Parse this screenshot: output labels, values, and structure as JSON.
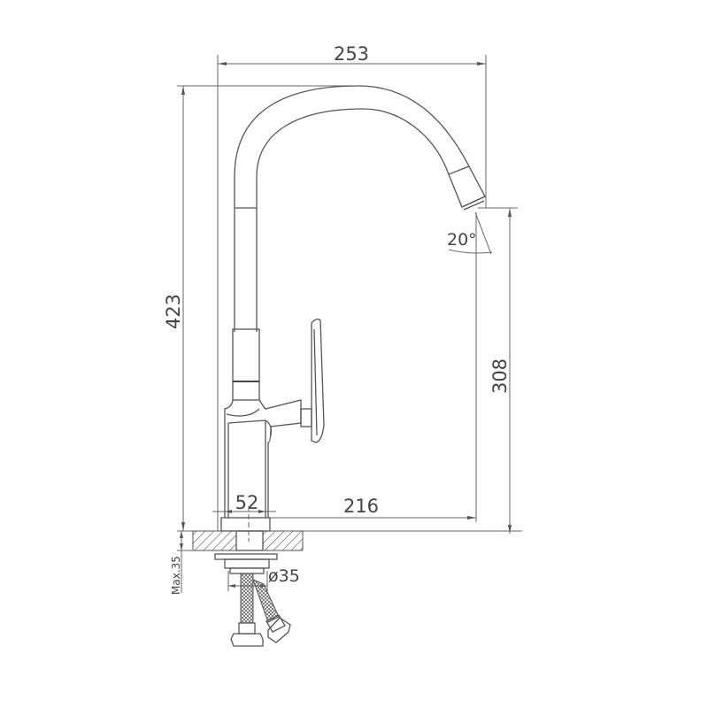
{
  "drawing": {
    "subject": "Kitchen faucet technical drawing",
    "dimensions": {
      "spout_reach": "253",
      "total_height": "423",
      "spout_outlet_height": "308",
      "base_width": "52",
      "axis_to_outlet": "216",
      "hole_diameter": "ø35",
      "max_countertop": "Max.35",
      "outlet_angle": "20°"
    },
    "line_color": "#555555",
    "background": "#ffffff"
  }
}
